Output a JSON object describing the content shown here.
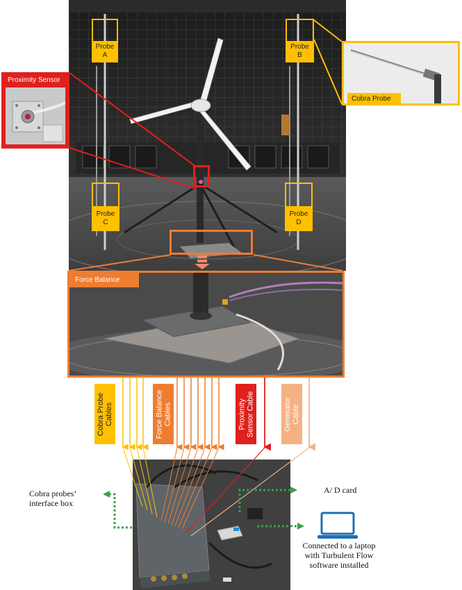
{
  "probes": {
    "a": {
      "line1": "Probe",
      "line2": "A"
    },
    "b": {
      "line1": "Probe",
      "line2": "B"
    },
    "c": {
      "line1": "Probe",
      "line2": "C"
    },
    "d": {
      "line1": "Probe",
      "line2": "D"
    }
  },
  "callouts": {
    "proximity_sensor": "Proximity Sensor",
    "cobra_probe": "Cobra Probe",
    "force_balance": "Force Balance"
  },
  "cables": {
    "cobra": {
      "line1": "Cobra Probe",
      "line2": "Cables"
    },
    "force": {
      "line1": "Force Balance",
      "line2": "Cables"
    },
    "proximity": {
      "line1": "Proximity",
      "line2": "Sensor Cable"
    },
    "generator": {
      "line1": "Generator",
      "line2": "Cable"
    }
  },
  "hardware": {
    "interface_box": {
      "line1": "Cobra probes’",
      "line2": "interface box"
    },
    "ad_card": "A/ D card",
    "laptop": {
      "line1": "Connected to a laptop",
      "line2": "with Turbulent Flow",
      "line3": "software installed"
    }
  },
  "colors": {
    "probe_yellow": "#ffc000",
    "proximity_red": "#e0201c",
    "force_orange": "#ed7d31",
    "generator_peach": "#f4b183",
    "arrow_green": "#3aa14a",
    "laptop_blue": "#1f6fb5"
  }
}
